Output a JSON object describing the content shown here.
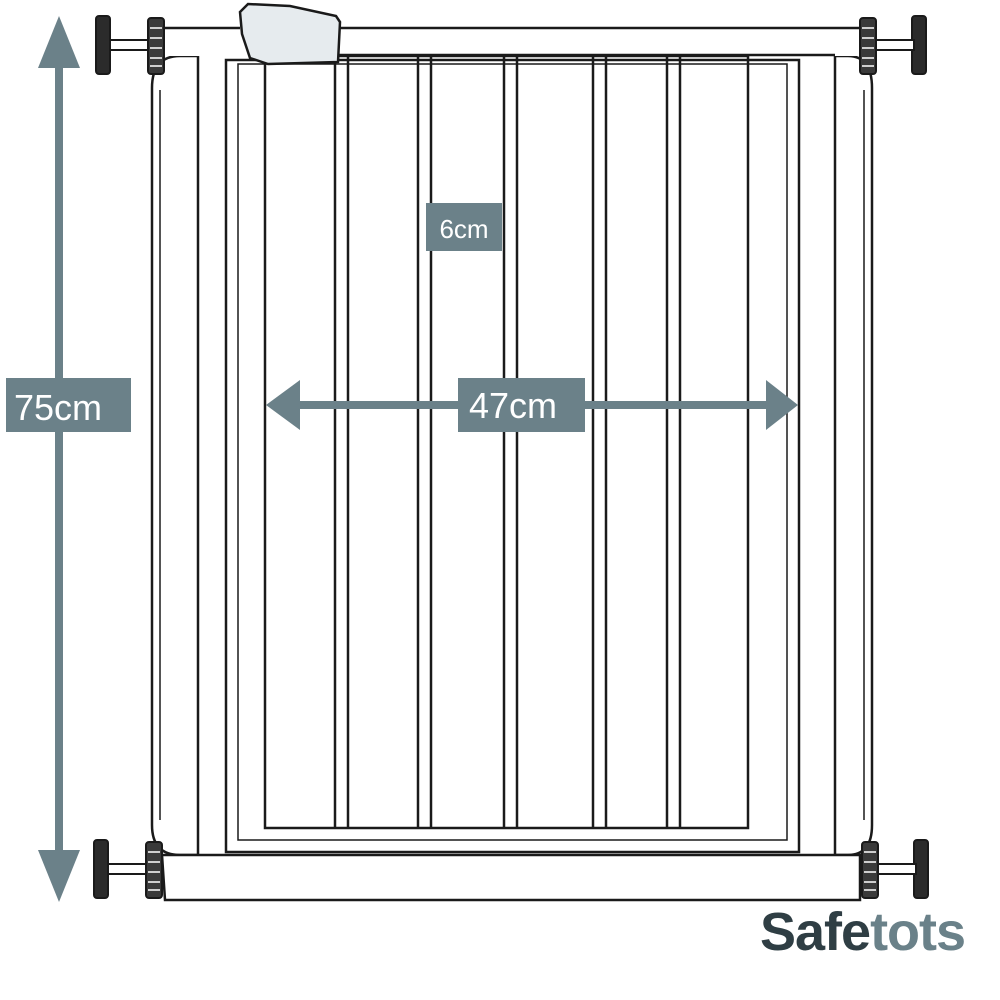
{
  "dimensions": {
    "height_label": "75cm",
    "width_label": "47cm",
    "bar_gap_label": "6cm"
  },
  "brand": {
    "part1": "Safe",
    "part2": "tots"
  },
  "colors": {
    "label_bg": "#6b8189",
    "arrow": "#6b8189",
    "outline": "#1a1a1a",
    "brand_dark": "#2f3e44",
    "brand_light": "#6a8189"
  },
  "icons": [
    "arrow-double-vertical-icon",
    "arrow-double-horizontal-icon",
    "pressure-spindle-icon"
  ]
}
